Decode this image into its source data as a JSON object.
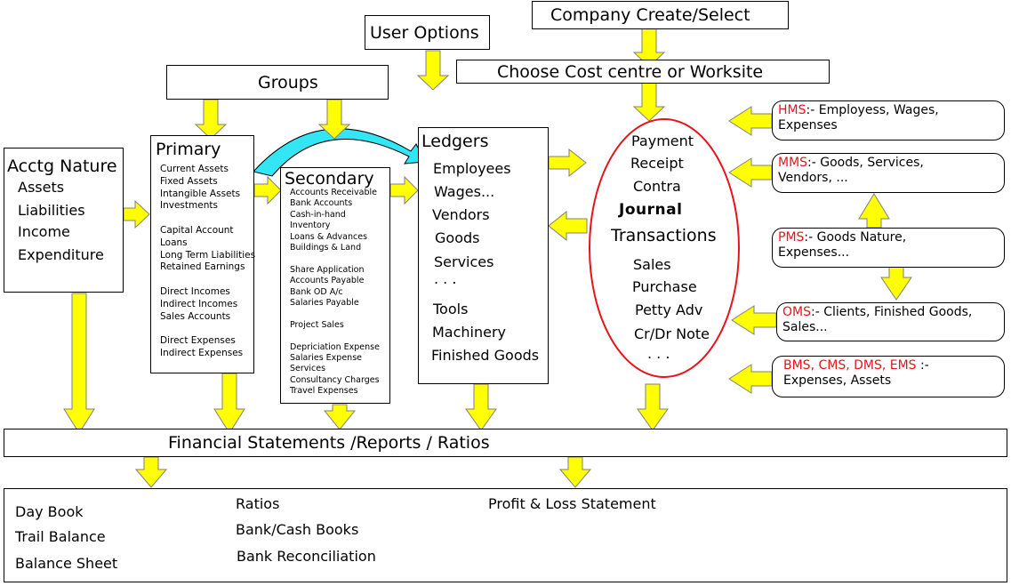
{
  "top": {
    "company": "Company Create/Select",
    "user_options": "User Options",
    "cost_centre": "Choose Cost centre or Worksite",
    "groups": "Groups"
  },
  "acctg": {
    "title": "Acctg Nature",
    "items": [
      "Assets",
      "Liabilities",
      "Income",
      "Expenditure"
    ]
  },
  "primary": {
    "title": "Primary",
    "items": [
      "Current Assets",
      "Fixed Assets",
      "Intangible Assets",
      "Investments",
      "",
      "Capital Account",
      "Loans",
      "Long Term Liabilities",
      "Retained Earnings",
      "",
      "Direct Incomes",
      "Indirect Incomes",
      "Sales Accounts",
      "",
      "Direct Expenses",
      "Indirect Expenses"
    ]
  },
  "secondary": {
    "title": "Secondary",
    "items": [
      "Accounts Receivable",
      "Bank Accounts",
      "Cash-in-hand",
      "Inventory",
      "Loans & Advances",
      "Buildings & Land",
      "",
      "Share Application",
      "Accounts Payable",
      "Bank OD A/c",
      "Salaries Payable",
      "",
      "Project Sales",
      "",
      "Depriciation Expense",
      "Salaries Expense",
      "Services",
      "Consultancy Charges",
      "Travel Expenses"
    ]
  },
  "ledgers": {
    "title": "Ledgers",
    "items": [
      "Employees",
      "Wages...",
      "Vendors",
      "Goods",
      "Services",
      ". . .",
      "Tools",
      "Machinery",
      "Finished Goods"
    ]
  },
  "transactions": {
    "top_items": [
      "Payment",
      "Receipt",
      "Contra"
    ],
    "journal": "Journal",
    "title": "Transactions",
    "bottom_items": [
      "Sales",
      "Purchase",
      "Petty Adv",
      "Cr/Dr Note",
      ". . ."
    ]
  },
  "modules": {
    "hms": {
      "code": "HMS",
      "text": ":- Employess, Wages,",
      "text2": "Expenses"
    },
    "mms": {
      "code": "MMS",
      "text": ":- Goods, Services,",
      "text2": "Vendors, ..."
    },
    "pms": {
      "code": "PMS",
      "text": ":- Goods Nature,",
      "text2": "Expenses..."
    },
    "oms": {
      "code": "OMS",
      "text": ":- Clients, Finished Goods,",
      "text2": "Sales..."
    },
    "bms": {
      "code": "BMS, CMS, DMS, EMS",
      "text": " :-",
      "text2": "Expenses, Assets"
    }
  },
  "financial": {
    "title": "Financial Statements /Reports / Ratios"
  },
  "reports": {
    "col1": [
      "Day Book",
      "Trail Balance",
      "Balance Sheet"
    ],
    "col2": [
      "Ratios",
      "Bank/Cash Books",
      "Bank Reconciliation"
    ],
    "col3": [
      "Profit & Loss Statement"
    ]
  },
  "colors": {
    "accent_orange": "#f39218",
    "arrow_yellow": "#ffff00",
    "curve_cyan": "#33e6f5",
    "module_red": "#e8141b"
  }
}
